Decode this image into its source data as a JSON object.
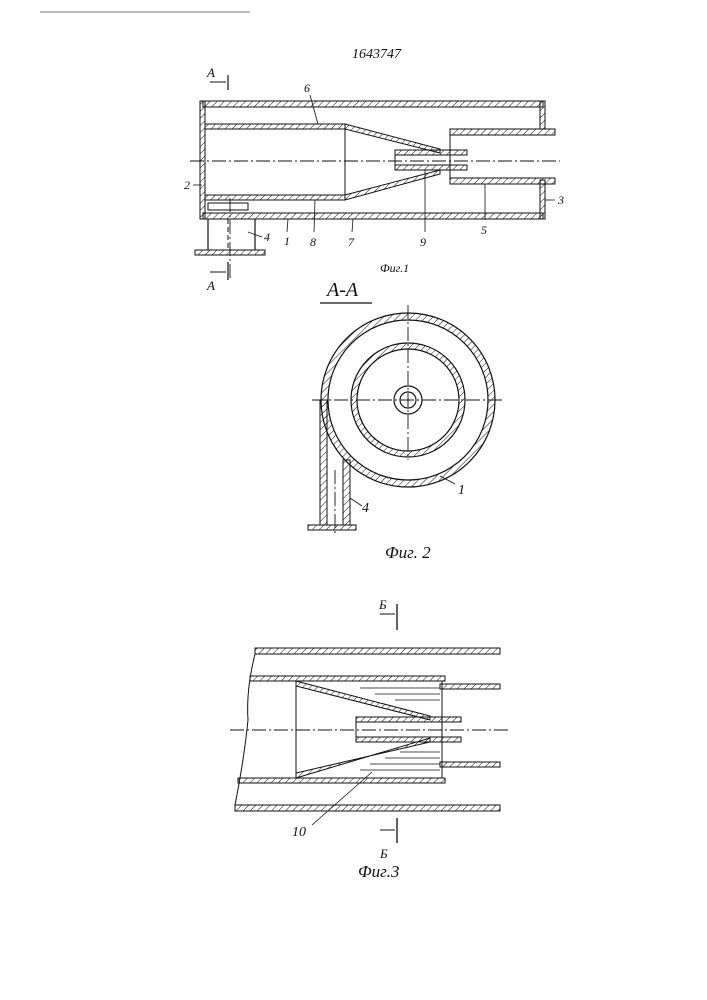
{
  "patent_number": "1643747",
  "fig1": {
    "caption": "Фиг.1",
    "section_mark": "А",
    "labels": [
      "1",
      "2",
      "3",
      "4",
      "5",
      "6",
      "7",
      "8",
      "9"
    ]
  },
  "fig2": {
    "section_title": "А-А",
    "caption": "Фиг. 2",
    "labels": [
      "1",
      "4"
    ]
  },
  "fig3": {
    "caption": "Фиг.3",
    "section_mark": "Б",
    "labels": [
      "10"
    ]
  },
  "colors": {
    "ink": "#111111",
    "paper": "#ffffff"
  }
}
